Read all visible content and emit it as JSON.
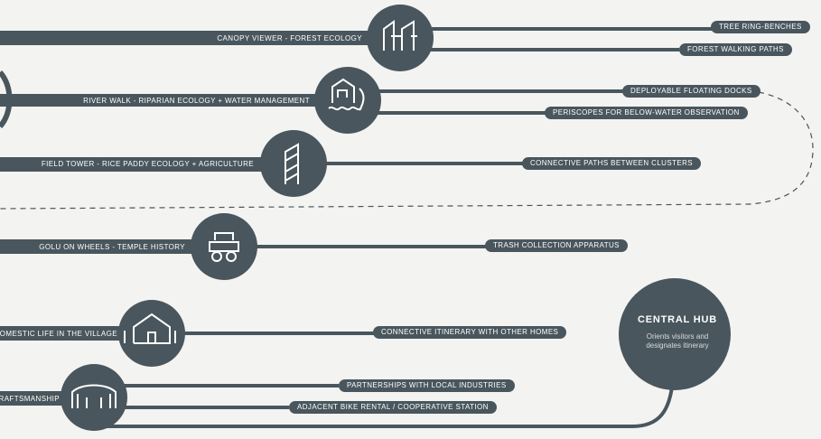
{
  "colors": {
    "primary": "#49565d",
    "background": "#f3f3f1",
    "dash": "#49565d"
  },
  "themes": [
    {
      "label": "CANOPY VIEWER - FOREST ECOLOGY",
      "icon": "canopy-frame-icon",
      "branches": [
        "TREE RING-BENCHES",
        "FOREST WALKING PATHS"
      ]
    },
    {
      "label": "RIVER WALK - RIPARIAN ECOLOGY + WATER MANAGEMENT",
      "icon": "river-dock-icon",
      "branches": [
        "DEPLOYABLE FLOATING DOCKS",
        "PERISCOPES FOR BELOW-WATER OBSERVATION"
      ]
    },
    {
      "label": "FIELD TOWER - RICE PADDY ECOLOGY + AGRICULTURE",
      "icon": "field-tower-icon",
      "branches": [
        "CONNECTIVE PATHS BETWEEN CLUSTERS"
      ]
    },
    {
      "label": "GOLU ON WHEELS - TEMPLE HISTORY",
      "icon": "cart-icon",
      "branches": [
        "TRASH COLLECTION APPARATUS"
      ]
    },
    {
      "label": "DOMESTIC LIFE IN THE VILLAGE",
      "icon": "house-icon",
      "branches": [
        "CONNECTIVE ITINERARY WITH OTHER HOMES"
      ]
    },
    {
      "label": "RAFTSMANSHIP",
      "icon": "workshop-frame-icon",
      "branches": [
        "PARTNERSHIPS WITH LOCAL INDUSTRIES",
        "ADJACENT BIKE RENTAL / COOPERATIVE STATION"
      ]
    }
  ],
  "hub": {
    "title": "CENTRAL HUB",
    "subtitle_line1": "Orients visitors and",
    "subtitle_line2": "designates itinerary"
  }
}
